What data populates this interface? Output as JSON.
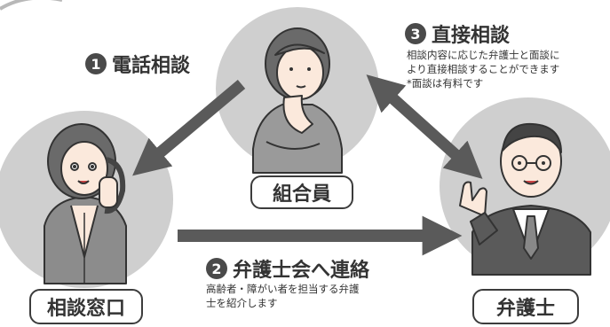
{
  "colors": {
    "circle": "#cfcfcf",
    "arrow": "#5a5a5a",
    "ink": "#333333",
    "badge": "#4a4a4a"
  },
  "nodes": {
    "member": "組合員",
    "consultation_desk": "相談窓口",
    "lawyer": "弁護士"
  },
  "steps": [
    {
      "number": "1",
      "title": "電話相談",
      "lines": []
    },
    {
      "number": "2",
      "title": "弁護士会へ連絡",
      "lines": [
        "高齢者・障がい者を担当する弁護",
        "士を紹介します"
      ]
    },
    {
      "number": "3",
      "title": "直接相談",
      "lines": [
        "相談内容に応じた弁護士と面談に",
        "より直接相談することができます",
        "*面談は有料です"
      ]
    }
  ]
}
